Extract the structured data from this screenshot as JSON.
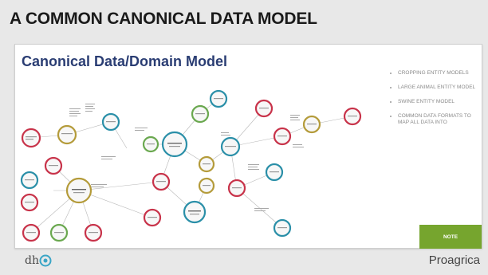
{
  "slide": {
    "title": "A COMMON CANONICAL DATA MODEL"
  },
  "panel": {
    "title": "Canonical Data/Domain Model",
    "bullets": [
      "CROPPING ENTITY MODELS",
      "LARGE ANIMAL ENTITY MODEL",
      "SWINE ENTITY MODEL",
      "COMMON DATA FORMATS TO MAP ALL DATA INTO"
    ],
    "note_label": "NOTE"
  },
  "footer": {
    "left_logo": "dh",
    "right_logo": "Proagrica"
  },
  "colors": {
    "accent_green": "#76a52e",
    "title_blue": "#2a3d73",
    "ring_red": "#c8334a",
    "ring_teal": "#2a8fa8",
    "ring_olive": "#b49b3a",
    "ring_green": "#6aa84f"
  }
}
